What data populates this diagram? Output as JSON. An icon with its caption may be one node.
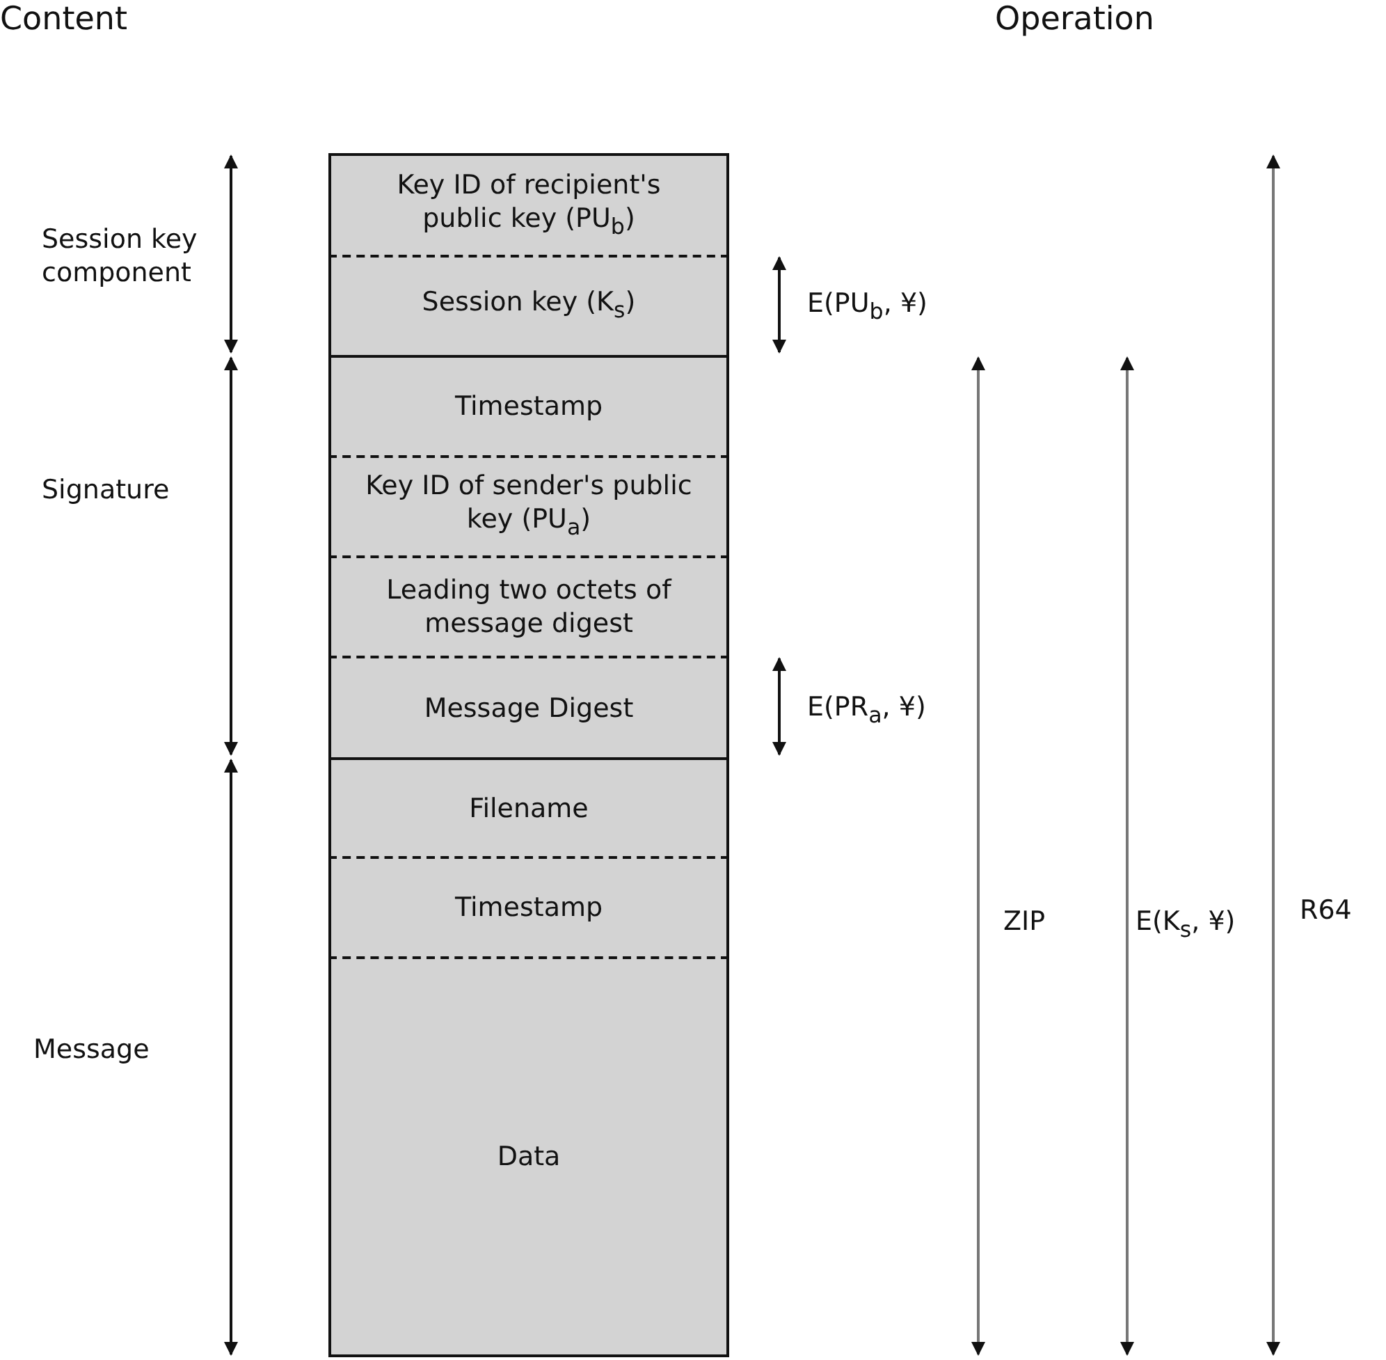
{
  "diagram": {
    "nodes": [
      {
        "text": [
          "Key ID of recipient's public key (PU$_{b}$)"
        ]
      },
      {
        "text": [
          "Session key (K$_{s}$)"
        ]
      },
      {
        "text": [
          "Timestamp"
        ]
      },
      {
        "text": [
          "Key ID of sender's public key (PU$_{a}$)"
        ]
      },
      {
        "text": [
          "Leading two octets of message digest"
        ]
      },
      {
        "text": [
          "Message Digest"
        ]
      },
      {
        "text": [
          "Filename"
        ]
      },
      {
        "text": [
          "Timestamp"
        ]
      },
      {
        "text": [
          "Data"
        ]
      }
    ],
    "labels": [
      "Content",
      "Operation",
      "Session key component",
      "Signature",
      "Message",
      "E(PU$_{b}$, ¥)",
      "E(PR$_{a}$, ¥)",
      "ZIP",
      "E(K$_{s}$, ¥)",
      "R64"
    ]
  }
}
